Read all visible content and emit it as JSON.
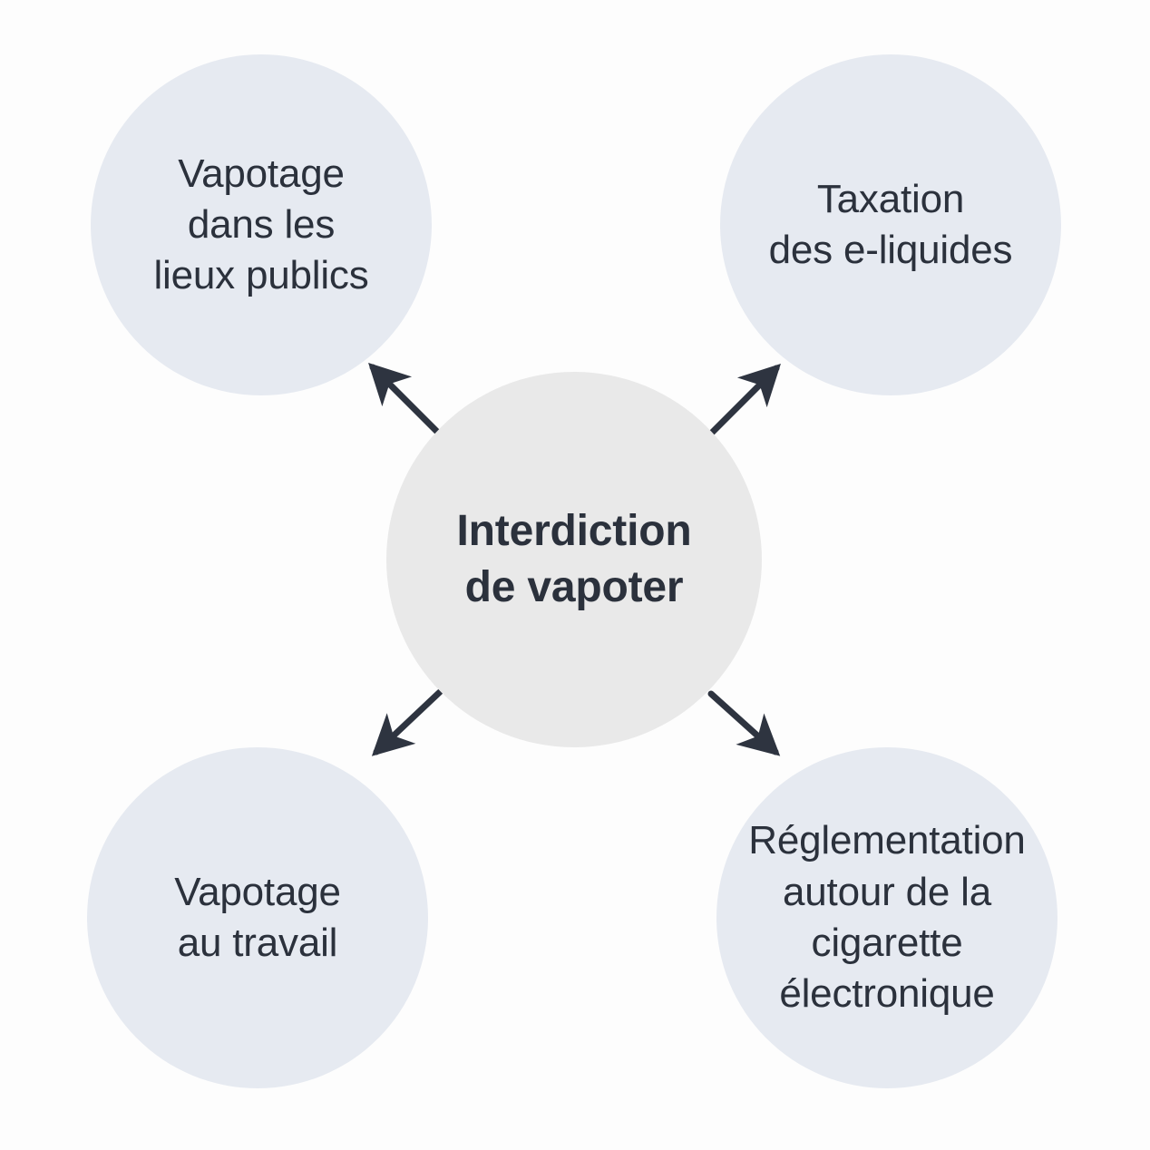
{
  "diagram": {
    "title": "Interdiction de vapoter",
    "type": "concept-map",
    "background_color": "#fdfdfd",
    "center": {
      "id": "interdiction-de-vapoter",
      "label": "Interdiction\nde vapoter",
      "fill_color": "#e9e9e9",
      "text_color": "#2b313c",
      "font_weight": "bold"
    },
    "nodes": [
      {
        "id": "vapotage-lieux-publics",
        "label": "Vapotage\ndans les\nlieux publics",
        "position": "top-left",
        "fill_color": "#e6eaf1",
        "text_color": "#2b313c"
      },
      {
        "id": "taxation-e-liquides",
        "label": "Taxation\ndes e-liquides",
        "position": "top-right",
        "fill_color": "#e6eaf1",
        "text_color": "#2b313c"
      },
      {
        "id": "vapotage-travail",
        "label": "Vapotage\nau travail",
        "position": "bottom-left",
        "fill_color": "#e6eaf1",
        "text_color": "#2b313c"
      },
      {
        "id": "reglementation-cigarette-electronique",
        "label": "Réglementation\nautour de la\ncigarette\nélectronique",
        "position": "bottom-right",
        "fill_color": "#e6eaf1",
        "text_color": "#2b313c"
      }
    ],
    "edges": [
      {
        "id": "edge-center-to-top-left",
        "from": "interdiction-de-vapoter",
        "to": "vapotage-lieux-publics",
        "direction": "outward",
        "color": "#2e3440"
      },
      {
        "id": "edge-center-to-top-right",
        "from": "interdiction-de-vapoter",
        "to": "taxation-e-liquides",
        "direction": "outward",
        "color": "#2e3440"
      },
      {
        "id": "edge-center-to-bottom-left",
        "from": "interdiction-de-vapoter",
        "to": "vapotage-travail",
        "direction": "outward",
        "color": "#2e3440"
      },
      {
        "id": "edge-center-to-bottom-right",
        "from": "interdiction-de-vapoter",
        "to": "reglementation-cigarette-electronique",
        "direction": "outward",
        "color": "#2e3440"
      }
    ]
  }
}
